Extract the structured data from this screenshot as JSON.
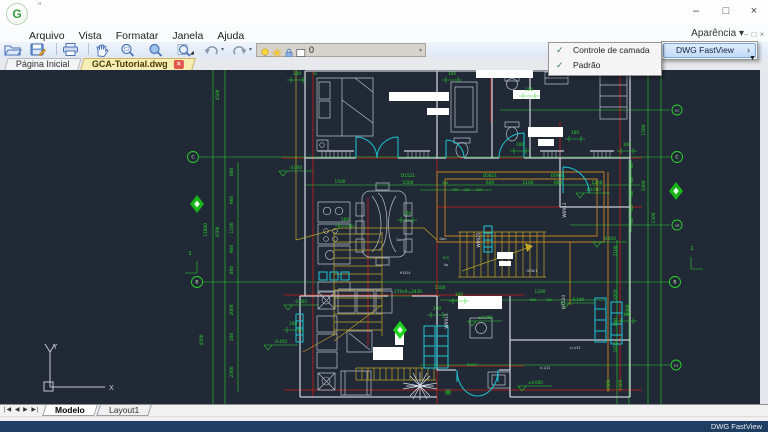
{
  "window": {
    "logo_letter": "G",
    "title_mark": "”",
    "min_glyph": "–",
    "max_glyph": "□",
    "close_glyph": "×"
  },
  "menubar": {
    "items": [
      "Arquivo",
      "Vista",
      "Formatar",
      "Janela",
      "Ajuda"
    ],
    "appearance": "Aparência",
    "appearance_caret": "▾",
    "mini_min": "–",
    "mini_max": "□",
    "mini_close": "×"
  },
  "toolbar": {
    "layer_value": "0",
    "caret_down": "▾",
    "corner_mark": "◢",
    "overflow_mark": "▼"
  },
  "doctabs": {
    "home": "Página Inicial",
    "drawing": "GCA-Tutorial.dwg",
    "close_glyph": "×"
  },
  "context_menu": {
    "check_glyph": "✓",
    "items": [
      {
        "label": "Controle de camada",
        "checked": true
      },
      {
        "label": "Padrão",
        "checked": true
      }
    ],
    "parent_label": "DWG FastView",
    "submenu_arrow": "›"
  },
  "sheetbar": {
    "nav_glyphs": "|◀ ◀ ▶ ▶|",
    "tabs": [
      "Modelo",
      "Layout1"
    ]
  },
  "statusbar": {
    "right_text": "DWG FastView"
  },
  "drawing": {
    "colors": {
      "bg": "#212936",
      "green": "#2bd42b",
      "red": "#cf1d14",
      "wall": "#c8cdd6",
      "cyan": "#1cc6d6",
      "olive": "#bfa626",
      "orange": "#c8831f"
    },
    "ucs": {
      "x": "X",
      "y": "Y"
    },
    "labels": [
      [
        340,
        183,
        "1500",
        ""
      ],
      [
        408,
        177,
        "D1521",
        ""
      ],
      [
        408,
        184,
        "1500",
        ""
      ],
      [
        445,
        184,
        "200",
        "3"
      ],
      [
        490,
        177,
        "D0821",
        ""
      ],
      [
        490,
        184,
        "600",
        ""
      ],
      [
        528,
        184,
        "1100",
        ""
      ],
      [
        558,
        177,
        "D0921",
        ""
      ],
      [
        558,
        184,
        "900",
        ""
      ],
      [
        597,
        184,
        "1200",
        ""
      ],
      [
        455,
        191,
        "700",
        "3"
      ],
      [
        467,
        191,
        "150",
        "3"
      ],
      [
        479,
        191,
        "200",
        "3"
      ],
      [
        315,
        75,
        "50",
        "3"
      ],
      [
        297,
        75,
        "100",
        "k"
      ],
      [
        452,
        75,
        "100",
        "k"
      ],
      [
        529,
        91,
        "100",
        "k"
      ],
      [
        575,
        134,
        "100",
        "k"
      ],
      [
        345,
        221,
        "100",
        "k"
      ],
      [
        407,
        215,
        "100",
        "k"
      ],
      [
        293,
        325,
        "100",
        "k"
      ],
      [
        459,
        296,
        "100",
        "k"
      ],
      [
        627,
        316,
        "100",
        "k"
      ],
      [
        520,
        146,
        "100",
        "k"
      ],
      [
        627,
        146,
        "100",
        "k"
      ],
      [
        437,
        310,
        "100",
        "k"
      ],
      [
        219,
        95,
        "4500",
        "r"
      ],
      [
        207,
        230,
        "13800",
        "r"
      ],
      [
        219,
        232,
        "4500",
        "r"
      ],
      [
        203,
        340,
        "4500",
        "r"
      ],
      [
        233,
        172,
        "800",
        "r"
      ],
      [
        233,
        200,
        "960",
        "r"
      ],
      [
        233,
        228,
        "1100",
        "r"
      ],
      [
        233,
        249,
        "900",
        "r"
      ],
      [
        233,
        270,
        "800",
        "r"
      ],
      [
        233,
        310,
        "2000",
        "r"
      ],
      [
        233,
        337,
        "200",
        "r"
      ],
      [
        233,
        372,
        "2300",
        "r"
      ],
      [
        645,
        130,
        "1500",
        "r"
      ],
      [
        645,
        186,
        "3400",
        "r"
      ],
      [
        655,
        218,
        "1300",
        "r"
      ],
      [
        617,
        251,
        "2100",
        "r"
      ],
      [
        617,
        295,
        "1050",
        "r"
      ],
      [
        617,
        322,
        "800",
        "r"
      ],
      [
        617,
        347,
        "1050",
        "r"
      ],
      [
        610,
        385,
        "1500",
        "r"
      ],
      [
        622,
        385,
        "1500",
        "r"
      ],
      [
        629,
        310,
        "3300",
        "r"
      ],
      [
        633,
        166,
        "300",
        "r3"
      ],
      [
        633,
        180,
        "900",
        "r3"
      ],
      [
        633,
        194,
        "300",
        "r3"
      ],
      [
        633,
        208,
        "600",
        "r3"
      ],
      [
        633,
        221,
        "300",
        "r3"
      ],
      [
        566,
        210,
        "W0912",
        "rw"
      ],
      [
        448,
        321,
        "W0915",
        "rw"
      ],
      [
        480,
        240,
        "W0925",
        "rw"
      ],
      [
        565,
        302,
        "H1524",
        "rw"
      ],
      [
        443,
        240,
        "Dwn",
        "w3"
      ],
      [
        400,
        241,
        "Dwn",
        "w3"
      ],
      [
        446,
        259,
        "670",
        "3"
      ],
      [
        446,
        266,
        "Up",
        "w3"
      ],
      [
        408,
        293,
        "270x9=2430",
        ""
      ],
      [
        540,
        293,
        "1200",
        ""
      ],
      [
        533,
        301,
        "900",
        "3"
      ],
      [
        549,
        301,
        "300",
        "3"
      ],
      [
        532,
        272,
        "GCW-1",
        "w3"
      ],
      [
        405,
        274,
        "H1524",
        "w3"
      ],
      [
        440,
        289,
        "1500",
        ""
      ],
      [
        575,
        349,
        "I=1/12",
        "w3"
      ],
      [
        545,
        369,
        "I=1/12",
        "w3"
      ],
      [
        472,
        366,
        "D1521",
        "3"
      ],
      [
        190,
        255,
        "1",
        "5"
      ],
      [
        692,
        250,
        "1",
        "5"
      ]
    ],
    "bubbles": [
      [
        193,
        157,
        "C",
        0
      ],
      [
        197,
        282,
        "B",
        0
      ],
      [
        677,
        110,
        "1/C",
        1
      ],
      [
        677,
        157,
        "C",
        0
      ],
      [
        677,
        225,
        "1/B",
        1
      ],
      [
        675,
        282,
        "B",
        0
      ],
      [
        676,
        365,
        "1/A",
        1
      ]
    ],
    "elevations": [
      [
        283,
        176,
        "-3.000"
      ],
      [
        472,
        326,
        "±0.000"
      ],
      [
        580,
        198,
        "±0.000"
      ],
      [
        522,
        391,
        "±0.000"
      ],
      [
        268,
        350,
        "-0.450"
      ],
      [
        597,
        247,
        "-0.450"
      ],
      [
        288,
        310,
        "-0.400"
      ],
      [
        565,
        308,
        "-0.140"
      ]
    ],
    "diamonds": [
      [
        197,
        204,
        0
      ],
      [
        676,
        191,
        0
      ],
      [
        400,
        330,
        1
      ]
    ]
  }
}
